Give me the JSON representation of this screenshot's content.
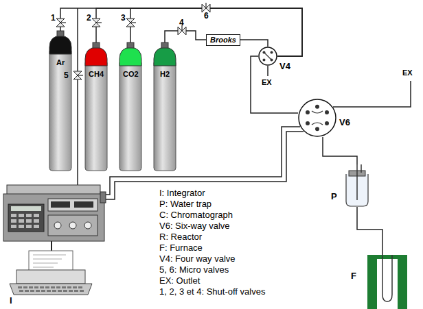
{
  "diagram": {
    "nodes": [
      {
        "text": [
          "Ar"
        ]
      },
      {
        "text": [
          "CH4"
        ]
      },
      {
        "text": [
          "CO2"
        ]
      },
      {
        "text": [
          "H2"
        ]
      },
      {
        "text": [
          "Brooks"
        ]
      },
      {
        "text": [
          "V4"
        ]
      },
      {
        "text": [
          "V6"
        ]
      },
      {
        "text": [
          "I"
        ]
      },
      {
        "text": [
          "P"
        ]
      },
      {
        "text": [
          "F"
        ]
      }
    ],
    "edges": [
      {
        "from": 0,
        "to": 5,
        "arrow": "none"
      },
      {
        "from": 1,
        "to": 5,
        "arrow": "none"
      },
      {
        "from": 2,
        "to": 5,
        "arrow": "none"
      },
      {
        "from": 3,
        "to": 4,
        "arrow": "none"
      },
      {
        "from": 4,
        "to": 5,
        "arrow": "none"
      },
      {
        "from": 5,
        "to": 6,
        "arrow": "none"
      },
      {
        "from": 6,
        "to": 8,
        "arrow": "none"
      },
      {
        "from": 8,
        "to": 9,
        "arrow": "none"
      }
    ],
    "labels": [
      "1",
      "2",
      "3",
      "4",
      "5",
      "6",
      "EX",
      "EX",
      "I: Integrator",
      "P: Water trap",
      "C: Chromatograph",
      "V6: Six-way valve",
      "R: Reactor",
      "F: Furnace",
      "V4: Four way valve",
      "5, 6: Micro valves",
      "EX: Outlet",
      "1, 2, 3 et 4: Shut-off valves"
    ]
  }
}
